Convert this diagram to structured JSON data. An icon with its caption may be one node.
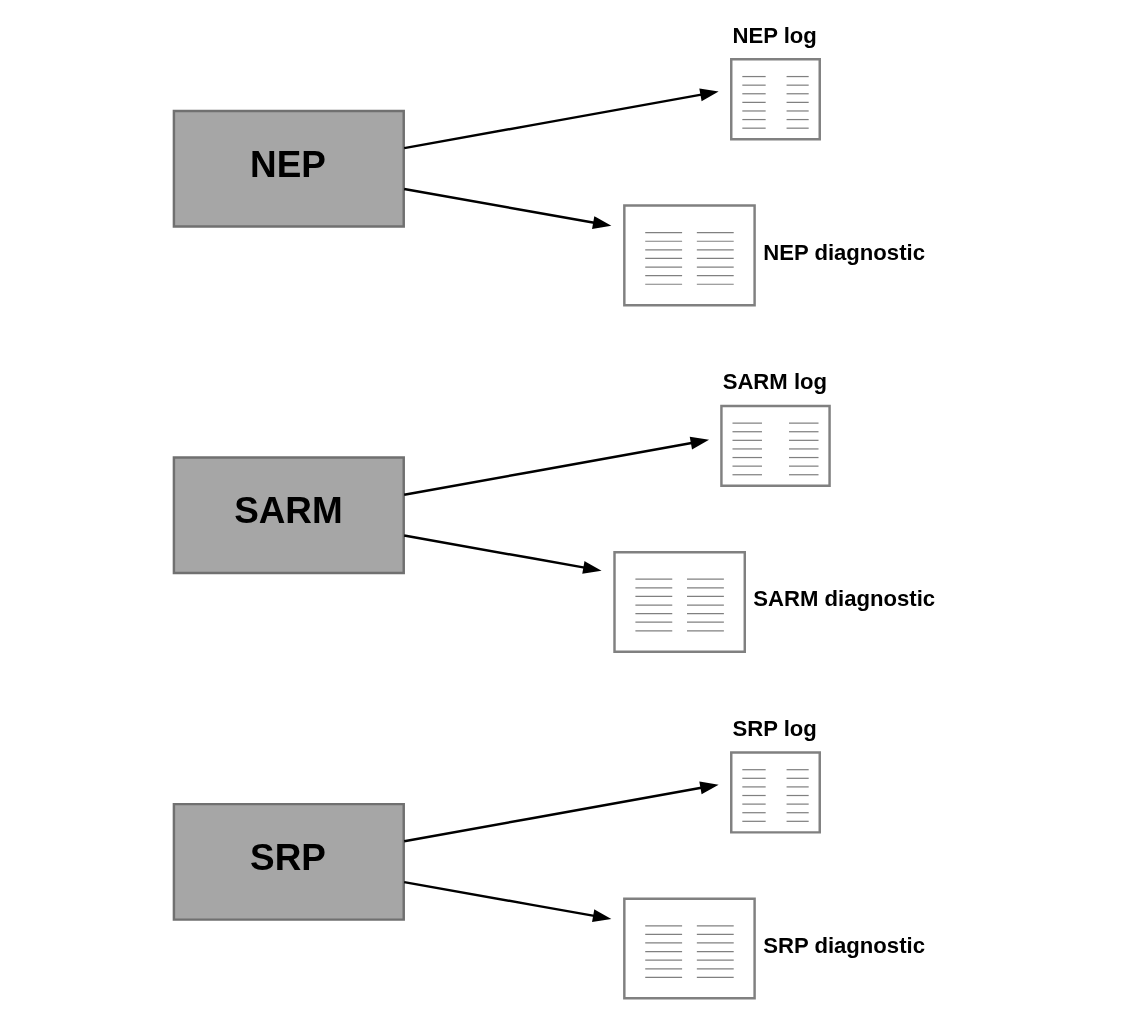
{
  "diagram": {
    "nodes": [
      {
        "text": [
          "SRP"
        ]
      },
      {
        "text": [
          "SRP log"
        ]
      },
      {
        "text": [],
        "shape": "document",
        "beside": [
          "SRP diagnostic"
        ]
      },
      {
        "text": [
          "SARM"
        ]
      },
      {
        "text": [
          "SARM log"
        ]
      },
      {
        "text": [],
        "shape": "document",
        "beside": [
          "SARM diagnostic"
        ]
      },
      {
        "text": [
          "NEP"
        ]
      },
      {
        "text": [
          "NEP log"
        ]
      },
      {
        "text": [],
        "shape": "document",
        "beside": [
          "NEP diagnostic"
        ]
      }
    ],
    "edges": [
      {
        "from": 0,
        "to": 1,
        "arrow": "to"
      },
      {
        "from": 0,
        "to": 2,
        "arrow": "to"
      },
      {
        "from": 3,
        "to": 4,
        "arrow": "to"
      },
      {
        "from": 3,
        "to": 5,
        "arrow": "to"
      },
      {
        "from": 6,
        "to": 7,
        "arrow": "to"
      },
      {
        "from": 6,
        "to": 8,
        "arrow": "to"
      }
    ]
  }
}
